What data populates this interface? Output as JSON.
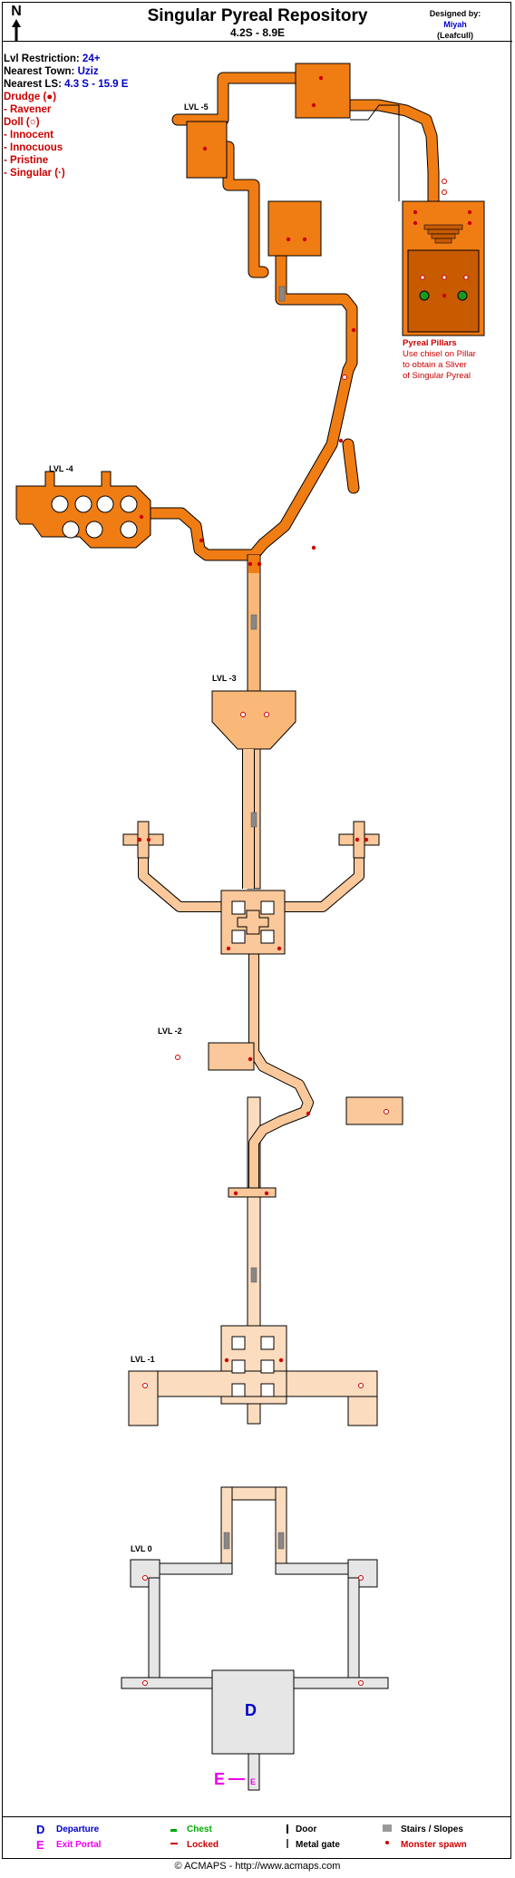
{
  "header": {
    "title": "Singular Pyreal Repository",
    "coords": "4.2S - 8.9E",
    "designed_by_label": "Designed by:",
    "designer_name": "Miyah",
    "designer_server": "(Leafcull)",
    "north_label": "N"
  },
  "info": {
    "lvl_restriction_label": "Lvl Restriction:",
    "lvl_restriction_value": "24+",
    "nearest_town_label": "Nearest Town:",
    "nearest_town_value": "Uziz",
    "nearest_ls_label": "Nearest LS:",
    "nearest_ls_value": "4.3 S - 15.9 E",
    "monsters": [
      "Drudge (●)",
      " - Ravener",
      "Doll (○)",
      " - Innocent",
      " - Innocuous",
      " - Pristine",
      " - Singular (·)"
    ]
  },
  "levels": {
    "lvl_m5": "LVL -5",
    "lvl_m4": "LVL -4",
    "lvl_m3": "LVL -3",
    "lvl_m2": "LVL -2",
    "lvl_m1": "LVL -1",
    "lvl_0": "LVL 0"
  },
  "pillars_note": {
    "title": "Pyreal Pillars",
    "line1": "Use chisel on Pillar",
    "line2": "to obtain a Sliver",
    "line3": "of Singular Pyreal"
  },
  "markers": {
    "departure": "D",
    "exit": "E",
    "exit_small": "E"
  },
  "legend": {
    "departure_letter": "D",
    "departure_label": "Departure",
    "exit_letter": "E",
    "exit_label": "Exit Portal",
    "chest_label": "Chest",
    "locked_label": "Locked",
    "door_label": "Door",
    "metal_gate_label": "Metal gate",
    "stairs_label": "Stairs / Slopes",
    "spawn_label": "Monster spawn"
  },
  "colors": {
    "lvl0": "#e6e6e6",
    "lvl1": "#fcdcbe",
    "lvl2": "#fac89a",
    "lvl3": "#f9b878",
    "lvl45": "#f07d14",
    "pillar_room": "#c85a00",
    "spawn": "#cc0000",
    "departure": "#0000cc",
    "exit": "#ee00ee",
    "chest": "#00aa00"
  },
  "footer": {
    "copyright": "© ACMAPS - http://www.acmaps.com"
  }
}
